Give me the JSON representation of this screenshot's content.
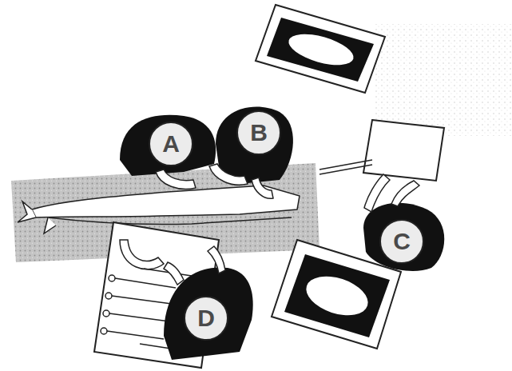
{
  "diagram": {
    "nodes": [
      {
        "text": [
          "A"
        ]
      },
      {
        "text": [
          "B"
        ]
      },
      {
        "text": [
          "C"
        ]
      },
      {
        "text": [
          "D"
        ]
      }
    ]
  }
}
